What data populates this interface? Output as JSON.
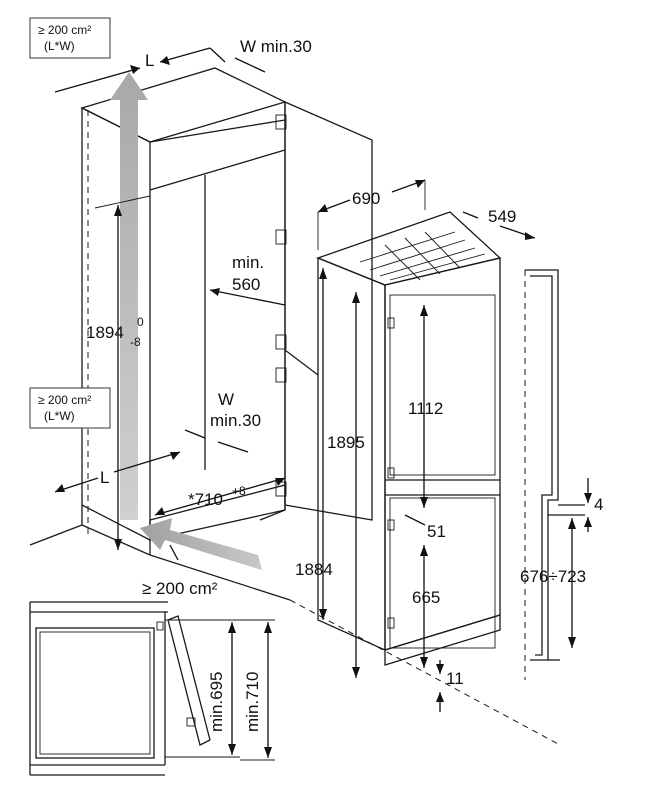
{
  "labels": {
    "vent_top_line1": "≥ 200 cm²",
    "vent_top_line2": "(L*W)",
    "vent_mid_line1": "≥ 200 cm²",
    "vent_mid_line2": "(L*W)",
    "vent_bottom": "≥ 200 cm²",
    "L_top": "L",
    "L_bottom": "L",
    "w_top": "W min.30",
    "w_mid_line1": "W",
    "w_mid_line2": "min.30",
    "min560_line1": "min.",
    "min560_line2": "560",
    "niche_height_main": "1894",
    "niche_height_sup": "0",
    "niche_height_sub": "-8",
    "niche_depth_main": "*710",
    "niche_depth_sup": "+8",
    "appliance_width": "690",
    "appliance_depth": "549",
    "height_1895": "1895",
    "height_1884": "1884",
    "height_1112": "1112",
    "height_51": "51",
    "height_665": "665",
    "height_11": "11",
    "door_gap_4": "4",
    "door_range": "676÷723",
    "min695": "min.695",
    "min710": "min.710"
  }
}
